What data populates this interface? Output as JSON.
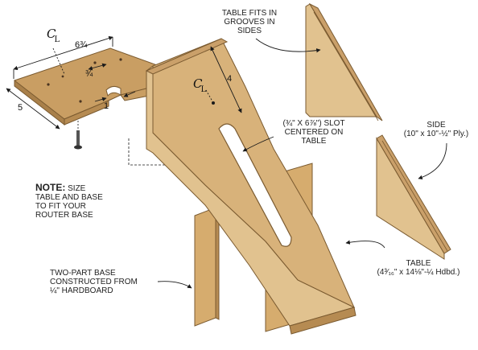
{
  "labels": {
    "table_fits": [
      "TABLE FITS IN",
      "GROOVES IN",
      "SIDES"
    ],
    "slot": [
      "(¾\" x 6⅞\") SLOT",
      "CENTERED ON",
      "TABLE"
    ],
    "side": [
      "SIDE",
      "(10\" x 10\"-½\" Ply.)"
    ],
    "table": [
      "TABLE",
      "(4³⁄₁₆\" x 14⅛\"-¼ Hdbd.)"
    ],
    "note_bold": "NOTE:",
    "note": [
      " SIZE",
      "TABLE AND BASE",
      "TO FIT YOUR",
      "ROUTER BASE"
    ],
    "base": [
      "TWO-PART BASE",
      "CONSTRUCTED FROM",
      "¼\" HARDBOARD"
    ]
  },
  "dimensions": {
    "width": "6¾",
    "offset": "¾",
    "notch": "1",
    "depth": "5",
    "slot_pos": "4"
  },
  "centerline_mark": "C",
  "centerline_sub": "L",
  "colors": {
    "wood_face": "#d9b98a",
    "wood_light": "#e8cfa6",
    "wood_dark": "#b8915c",
    "edge": "#8a6a3e",
    "hardboard": "#c99e63",
    "ink": "#1a1a1a"
  }
}
